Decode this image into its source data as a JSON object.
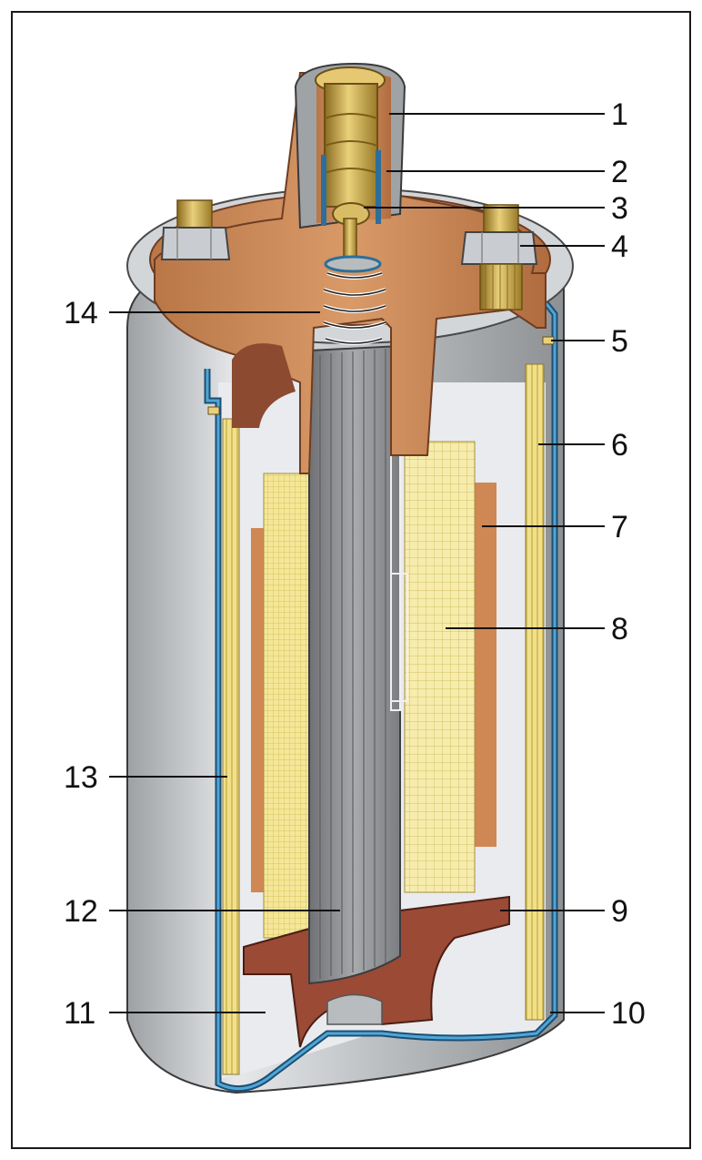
{
  "diagram": {
    "labels": {
      "l1": "1",
      "l2": "2",
      "l3": "3",
      "l4": "4",
      "l5": "5",
      "l6": "6",
      "l7": "7",
      "l8": "8",
      "l9": "9",
      "l10": "10",
      "l11": "11",
      "l12": "12",
      "l13": "13",
      "l14": "14"
    }
  },
  "colors": {
    "cover": "#c98a5a",
    "cover_shadow": "#a9633f",
    "body_metal": "#b9bcbf",
    "casing_blue": "#2d6f9a",
    "winding_yellow": "#f4e79a",
    "insulation_copper": "#cf8754",
    "core_grey": "#9a9c9f",
    "base_insulator": "#9b4a35",
    "brass": "#c9a84a"
  }
}
